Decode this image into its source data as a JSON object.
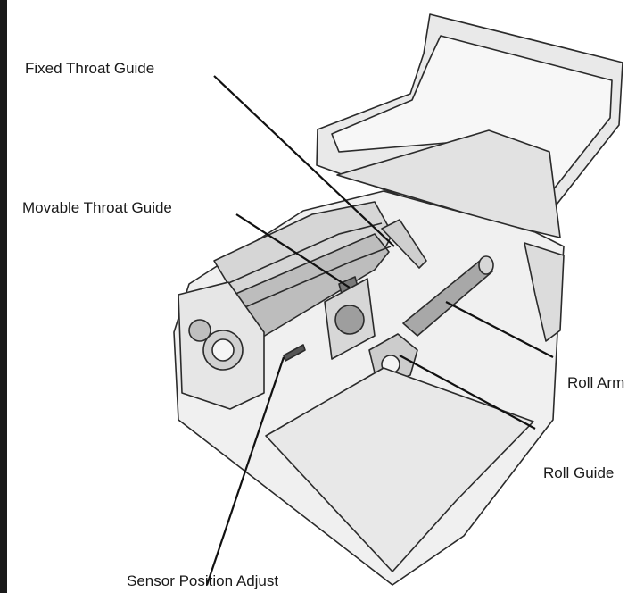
{
  "labels": {
    "fixed_throat_guide": "Fixed Throat Guide",
    "movable_throat_guide": "Movable Throat Guide",
    "roll_arm": "Roll Arm",
    "roll_guide": "Roll Guide",
    "sensor_position_adjust": "Sensor Position Adjust"
  },
  "colors": {
    "frame_bar": "#1a1a1a",
    "line": "#111111",
    "body_light": "#f2f2f2",
    "body_mid": "#d9d9d9",
    "body_dark": "#8c8c8c"
  }
}
